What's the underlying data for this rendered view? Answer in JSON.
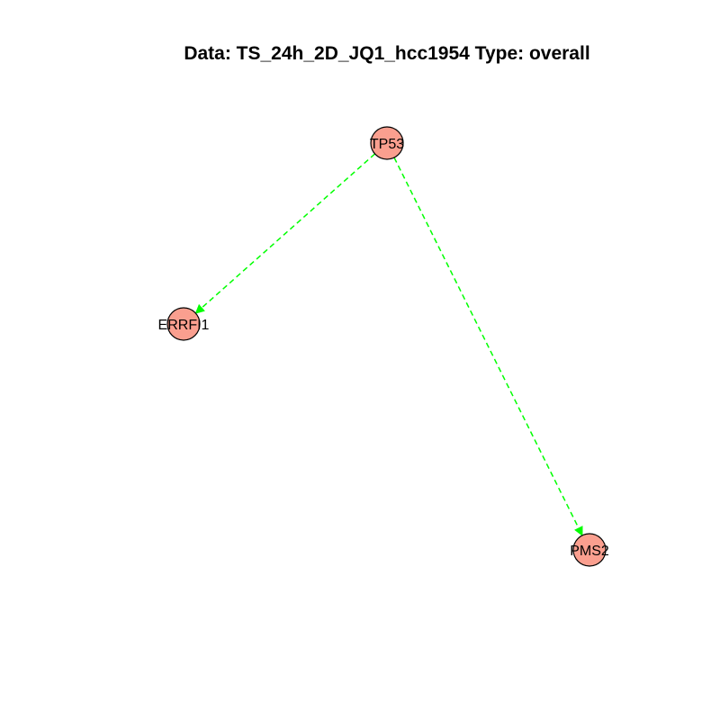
{
  "title": "Data: TS_24h_2D_JQ1_hcc1954 Type: overall",
  "colors": {
    "node_fill": "#fa9f8f",
    "node_stroke": "#000000",
    "edge": "#00ff00"
  },
  "nodes": [
    {
      "id": "TP53",
      "label": "TP53"
    },
    {
      "id": "ERRFI1",
      "label": "ERRFI1"
    },
    {
      "id": "PMS2",
      "label": "PMS2"
    }
  ],
  "edges": [
    {
      "from": "TP53",
      "to": "ERRFI1",
      "style": "dashed",
      "directed": true
    },
    {
      "from": "TP53",
      "to": "PMS2",
      "style": "dashed",
      "directed": true
    }
  ]
}
